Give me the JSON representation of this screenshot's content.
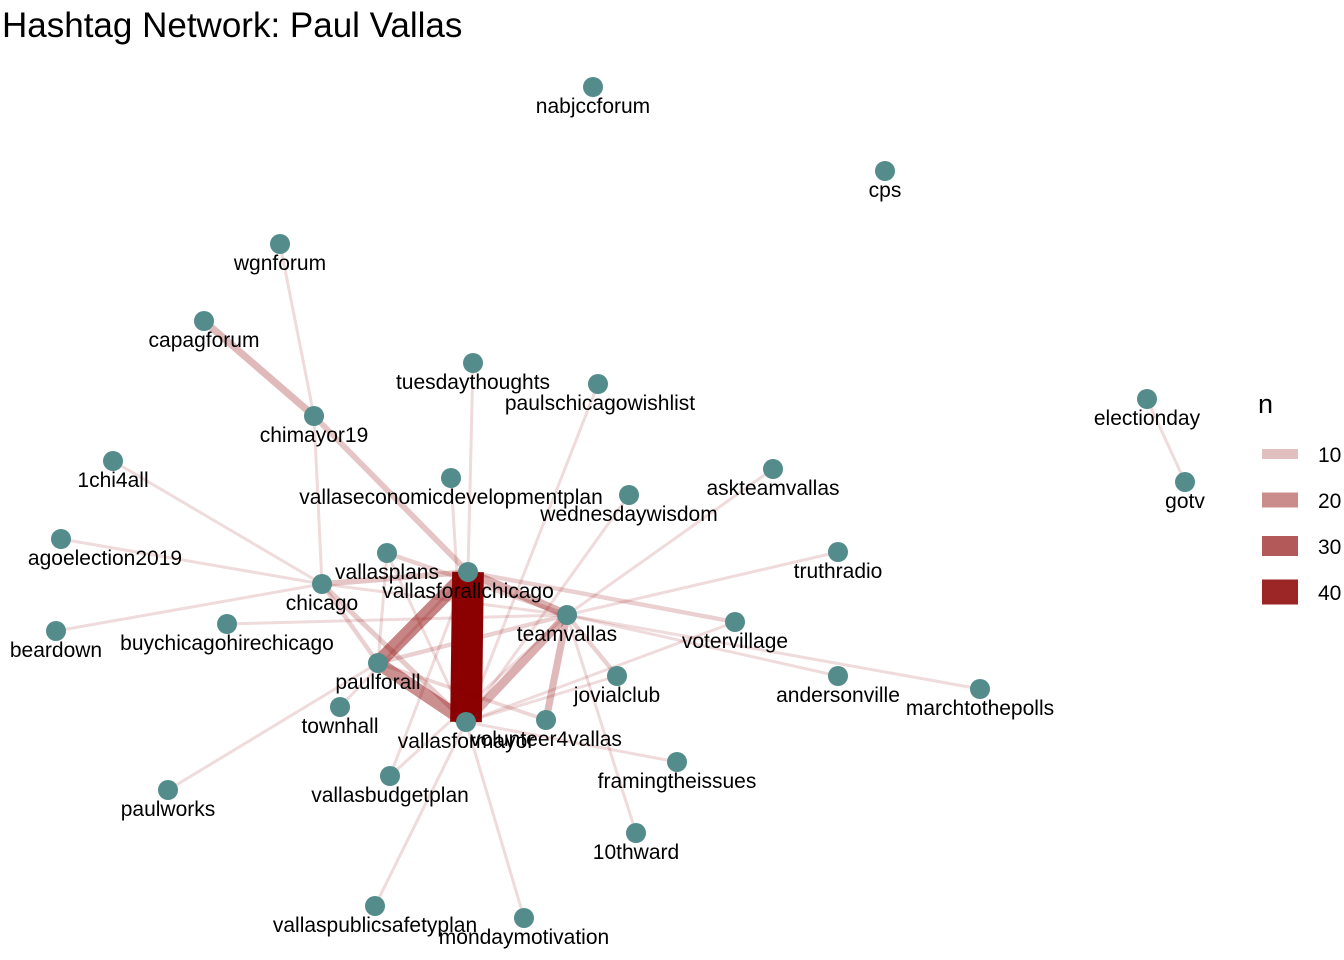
{
  "title": "Hashtag Network: Paul Vallas",
  "colors": {
    "node": "#548c8c",
    "edge": "#8b0000",
    "text": "#000000"
  },
  "legend": {
    "title": "n",
    "items": [
      {
        "label": "10",
        "value": 10
      },
      {
        "label": "20",
        "value": 20
      },
      {
        "label": "30",
        "value": 30
      },
      {
        "label": "40",
        "value": 40
      }
    ]
  },
  "nodes": [
    {
      "id": "nabjccforum",
      "label": "nabjccforum"
    },
    {
      "id": "cps",
      "label": "cps"
    },
    {
      "id": "wgnforum",
      "label": "wgnforum"
    },
    {
      "id": "capagforum",
      "label": "capagforum"
    },
    {
      "id": "chimayor19",
      "label": "chimayor19"
    },
    {
      "id": "tuesdaythoughts",
      "label": "tuesdaythoughts"
    },
    {
      "id": "paulschicagowishlist",
      "label": "paulschicagowishlist"
    },
    {
      "id": "electionday",
      "label": "electionday"
    },
    {
      "id": "gotv",
      "label": "gotv"
    },
    {
      "id": "1chi4all",
      "label": "1chi4all"
    },
    {
      "id": "vallaseconomicdevelopmentplan",
      "label": "vallaseconomicdevelopmentplan"
    },
    {
      "id": "askteamvallas",
      "label": "askteamvallas"
    },
    {
      "id": "wednesdaywisdom",
      "label": "wednesdaywisdom"
    },
    {
      "id": "chicagoelection2019",
      "label": "agoelection2019"
    },
    {
      "id": "truthradio",
      "label": "truthradio"
    },
    {
      "id": "vallasplans",
      "label": "vallasplans"
    },
    {
      "id": "chicago",
      "label": "chicago"
    },
    {
      "id": "vallasforallchicago",
      "label": "vallasforallchicago"
    },
    {
      "id": "teamvallas",
      "label": "teamvallas"
    },
    {
      "id": "votervillage",
      "label": "votervillage"
    },
    {
      "id": "beardown",
      "label": "beardown"
    },
    {
      "id": "buychicagohirechicago",
      "label": "buychicagohirechicago"
    },
    {
      "id": "paulforall",
      "label": "paulforall"
    },
    {
      "id": "jovialclub",
      "label": "jovialclub"
    },
    {
      "id": "andersonville",
      "label": "andersonville"
    },
    {
      "id": "marchtothepolls",
      "label": "marchtothepolls"
    },
    {
      "id": "townhall",
      "label": "townhall"
    },
    {
      "id": "vallasformayor",
      "label": "vallasformayor"
    },
    {
      "id": "volunteer4vallas",
      "label": "volunteer4vallas"
    },
    {
      "id": "framingtheissues",
      "label": "framingtheissues"
    },
    {
      "id": "vallasbudgetplan",
      "label": "vallasbudgetplan"
    },
    {
      "id": "paulworks",
      "label": "paulworks"
    },
    {
      "id": "10thward",
      "label": "10thward"
    },
    {
      "id": "vallaspublicsafetyplan",
      "label": "vallaspublicsafetyplan"
    },
    {
      "id": "mondaymotivation",
      "label": "mondaymotivation"
    }
  ],
  "edges": [
    {
      "from": "vallasforallchicago",
      "to": "vallasformayor",
      "n": 45
    },
    {
      "from": "vallasforallchicago",
      "to": "paulforall",
      "n": 20
    },
    {
      "from": "paulforall",
      "to": "vallasformayor",
      "n": 18
    },
    {
      "from": "teamvallas",
      "to": "vallasforallchicago",
      "n": 12
    },
    {
      "from": "teamvallas",
      "to": "vallasformayor",
      "n": 12
    },
    {
      "from": "teamvallas",
      "to": "volunteer4vallas",
      "n": 10
    },
    {
      "from": "teamvallas",
      "to": "paulforall",
      "n": 6
    },
    {
      "from": "capagforum",
      "to": "chimayor19",
      "n": 10
    },
    {
      "from": "chimayor19",
      "to": "vallasforallchicago",
      "n": 8
    },
    {
      "from": "chicago",
      "to": "vallasforallchicago",
      "n": 8
    },
    {
      "from": "chicago",
      "to": "vallasformayor",
      "n": 7
    },
    {
      "from": "chicago",
      "to": "paulforall",
      "n": 6
    },
    {
      "from": "vallasplans",
      "to": "teamvallas",
      "n": 6
    },
    {
      "from": "vallasforallchicago",
      "to": "votervillage",
      "n": 6
    },
    {
      "from": "teamvallas",
      "to": "jovialclub",
      "n": 6
    },
    {
      "from": "paulforall",
      "to": "volunteer4vallas",
      "n": 5
    },
    {
      "from": "wgnforum",
      "to": "chimayor19",
      "n": 4
    },
    {
      "from": "chimayor19",
      "to": "chicago",
      "n": 4
    },
    {
      "from": "tuesdaythoughts",
      "to": "vallasforallchicago",
      "n": 4
    },
    {
      "from": "paulschicagowishlist",
      "to": "vallasformayor",
      "n": 4
    },
    {
      "from": "electionday",
      "to": "gotv",
      "n": 4
    },
    {
      "from": "1chi4all",
      "to": "chicago",
      "n": 4
    },
    {
      "from": "vallaseconomicdevelopmentplan",
      "to": "vallasformayor",
      "n": 4
    },
    {
      "from": "askteamvallas",
      "to": "teamvallas",
      "n": 4
    },
    {
      "from": "wednesdaywisdom",
      "to": "vallasformayor",
      "n": 4
    },
    {
      "from": "chicagoelection2019",
      "to": "chicago",
      "n": 4
    },
    {
      "from": "truthradio",
      "to": "teamvallas",
      "n": 4
    },
    {
      "from": "vallasplans",
      "to": "paulforall",
      "n": 4
    },
    {
      "from": "chicago",
      "to": "teamvallas",
      "n": 4
    },
    {
      "from": "beardown",
      "to": "chicago",
      "n": 4
    },
    {
      "from": "buychicagohirechicago",
      "to": "teamvallas",
      "n": 4
    },
    {
      "from": "teamvallas",
      "to": "andersonville",
      "n": 4
    },
    {
      "from": "teamvallas",
      "to": "marchtothepolls",
      "n": 4
    },
    {
      "from": "townhall",
      "to": "vallasforallchicago",
      "n": 4
    },
    {
      "from": "vallasformayor",
      "to": "framingtheissues",
      "n": 4
    },
    {
      "from": "teamvallas",
      "to": "10thward",
      "n": 4
    },
    {
      "from": "vallasbudgetplan",
      "to": "vallasforallchicago",
      "n": 4
    },
    {
      "from": "vallasbudgetplan",
      "to": "teamvallas",
      "n": 4
    },
    {
      "from": "paulworks",
      "to": "paulforall",
      "n": 4
    },
    {
      "from": "vallaspublicsafetyplan",
      "to": "vallasformayor",
      "n": 4
    },
    {
      "from": "mondaymotivation",
      "to": "vallasformayor",
      "n": 4
    },
    {
      "from": "vallasplans",
      "to": "vallasformayor",
      "n": 4
    },
    {
      "from": "jovialclub",
      "to": "vallasformayor",
      "n": 4
    },
    {
      "from": "votervillage",
      "to": "vallasformayor",
      "n": 4
    }
  ]
}
